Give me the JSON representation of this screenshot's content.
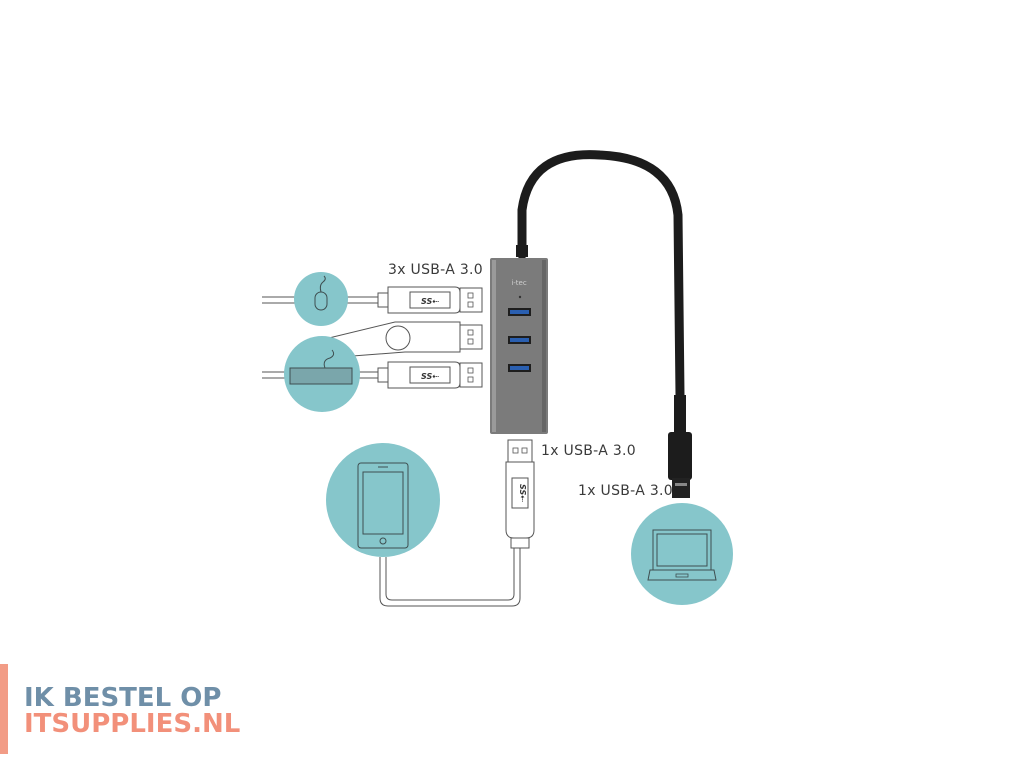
{
  "diagram": {
    "labels": {
      "hub_ports": "3x USB-A 3.0",
      "phone_connector": "1x USB-A 3.0",
      "host_connector": "1x USB-A 3.0"
    },
    "devices": [
      {
        "name": "mouse",
        "connection": "USB-A 3.0 port 1"
      },
      {
        "name": "flash-drive",
        "connection": "USB-A 3.0 port 2"
      },
      {
        "name": "keyboard",
        "connection": "USB-A 3.0 port 3"
      },
      {
        "name": "smartphone",
        "connection": "USB-A 3.0"
      },
      {
        "name": "laptop",
        "connection": "USB-A 3.0 host"
      }
    ],
    "hub": {
      "brand": "i-tec",
      "ports": 3
    },
    "colors": {
      "circle": "#86c6cb",
      "hub_body": "#7b7b7b",
      "port_blue": "#2a5fb0",
      "cable": "#1c1c1c",
      "line": "#555555"
    }
  },
  "watermark": {
    "line1": "IK BESTEL OP",
    "line2": "ITSUPPLIES.NL",
    "colors": {
      "line1": "#6f8fa8",
      "line2": "#f2907a",
      "bar": "#f29c86"
    }
  }
}
